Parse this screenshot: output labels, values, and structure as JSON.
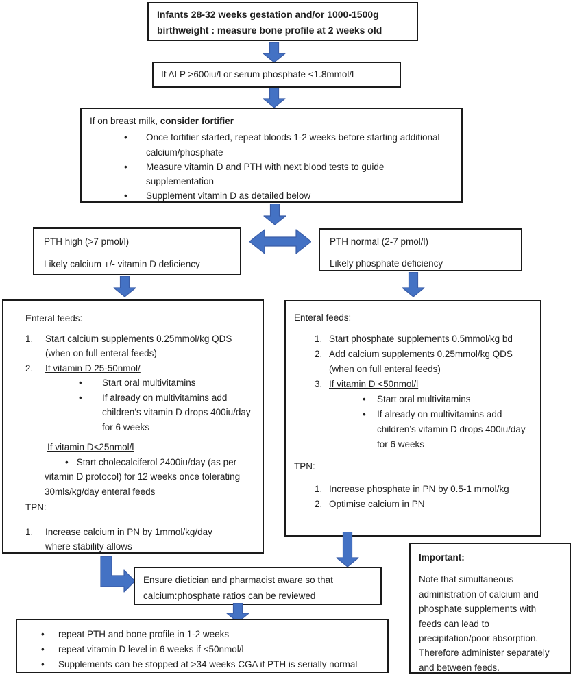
{
  "glyphs": {
    "bullet": "•"
  },
  "colors": {
    "arrow_fill": "#4472C4",
    "arrow_stroke": "#3A5DA8",
    "box_border": "#1a1a1a",
    "text": "#1f1f1f"
  },
  "start_box": {
    "line1": "Infants 28-32 weeks gestation and/or 1000-1500g",
    "line2": "birthweight : measure bone profile at 2 weeks old"
  },
  "alp_box": {
    "text": "If ALP >600iu/l or serum phosphate <1.8mmol/l"
  },
  "fortifier_box": {
    "title_prefix": "If on breast milk, ",
    "title_bold": "consider fortifier",
    "bullets": [
      "Once fortifier started, repeat bloods 1-2 weeks before starting additional calcium/phosphate",
      "Measure vitamin D and PTH with next blood tests to guide supplementation",
      "Supplement vitamin D as detailed below"
    ]
  },
  "pth_high_box": {
    "line1": "PTH high (>7 pmol/l)",
    "line2": "Likely calcium +/- vitamin D deficiency"
  },
  "pth_normal_box": {
    "line1": "PTH normal (2-7 pmol/l)",
    "line2": "Likely phosphate deficiency"
  },
  "left_plan_box": {
    "section1_title": "Enteral feeds:",
    "item1_num": "1.",
    "item1_text": "Start calcium supplements 0.25mmol/kg QDS (when on full enteral feeds)",
    "item2_num": "2.",
    "item2_text": "If vitamin D 25-50nmol/",
    "item2_bullet1": "Start oral multivitamins",
    "item2_bullet2": "If already on multivitamins add children’s vitamin D drops 400iu/day for 6 weeks",
    "subheading": "If vitamin D<25nmol/l",
    "subheading_bullet": "Start cholecalciferol 2400iu/day (as per vitamin D protocol) for 12 weeks once tolerating 30mls/kg/day enteral feeds",
    "section2_title": "TPN:",
    "tpn_item1_num": "1.",
    "tpn_item1_text": "Increase calcium in PN by 1mmol/kg/day where stability allows"
  },
  "right_plan_box": {
    "section1_title": "Enteral feeds:",
    "item1_num": "1.",
    "item1_text": "Start phosphate supplements 0.5mmol/kg bd",
    "item2_num": "2.",
    "item2_text": "Add calcium supplements 0.25mmol/kg QDS (when on full enteral feeds)",
    "item3_num": "3.",
    "item3_text": "If vitamin D <50nmol/l",
    "item3_bullet1": "Start oral multivitamins",
    "item3_bullet2": "If already on multivitamins add children’s vitamin D drops 400iu/day for 6 weeks",
    "section2_title": "TPN:",
    "tpn_item1_num": "1.",
    "tpn_item1_text": "Increase phosphate in PN by 0.5-1 mmol/kg",
    "tpn_item2_num": "2.",
    "tpn_item2_text": "Optimise calcium in PN"
  },
  "ensure_box": {
    "text": "Ensure dietician and pharmacist aware so that calcium:phosphate ratios can be reviewed"
  },
  "followup_box": {
    "bullets": [
      "repeat PTH and bone profile in 1-2 weeks",
      "repeat vitamin D level in 6 weeks if <50nmol/l",
      "Supplements can be stopped at >34 weeks CGA if PTH is serially normal"
    ]
  },
  "important_box": {
    "title": "Important:",
    "text": "Note that simultaneous administration of calcium and phosphate supplements with feeds can lead to precipitation/poor absorption. Therefore administer separately and between feeds."
  }
}
